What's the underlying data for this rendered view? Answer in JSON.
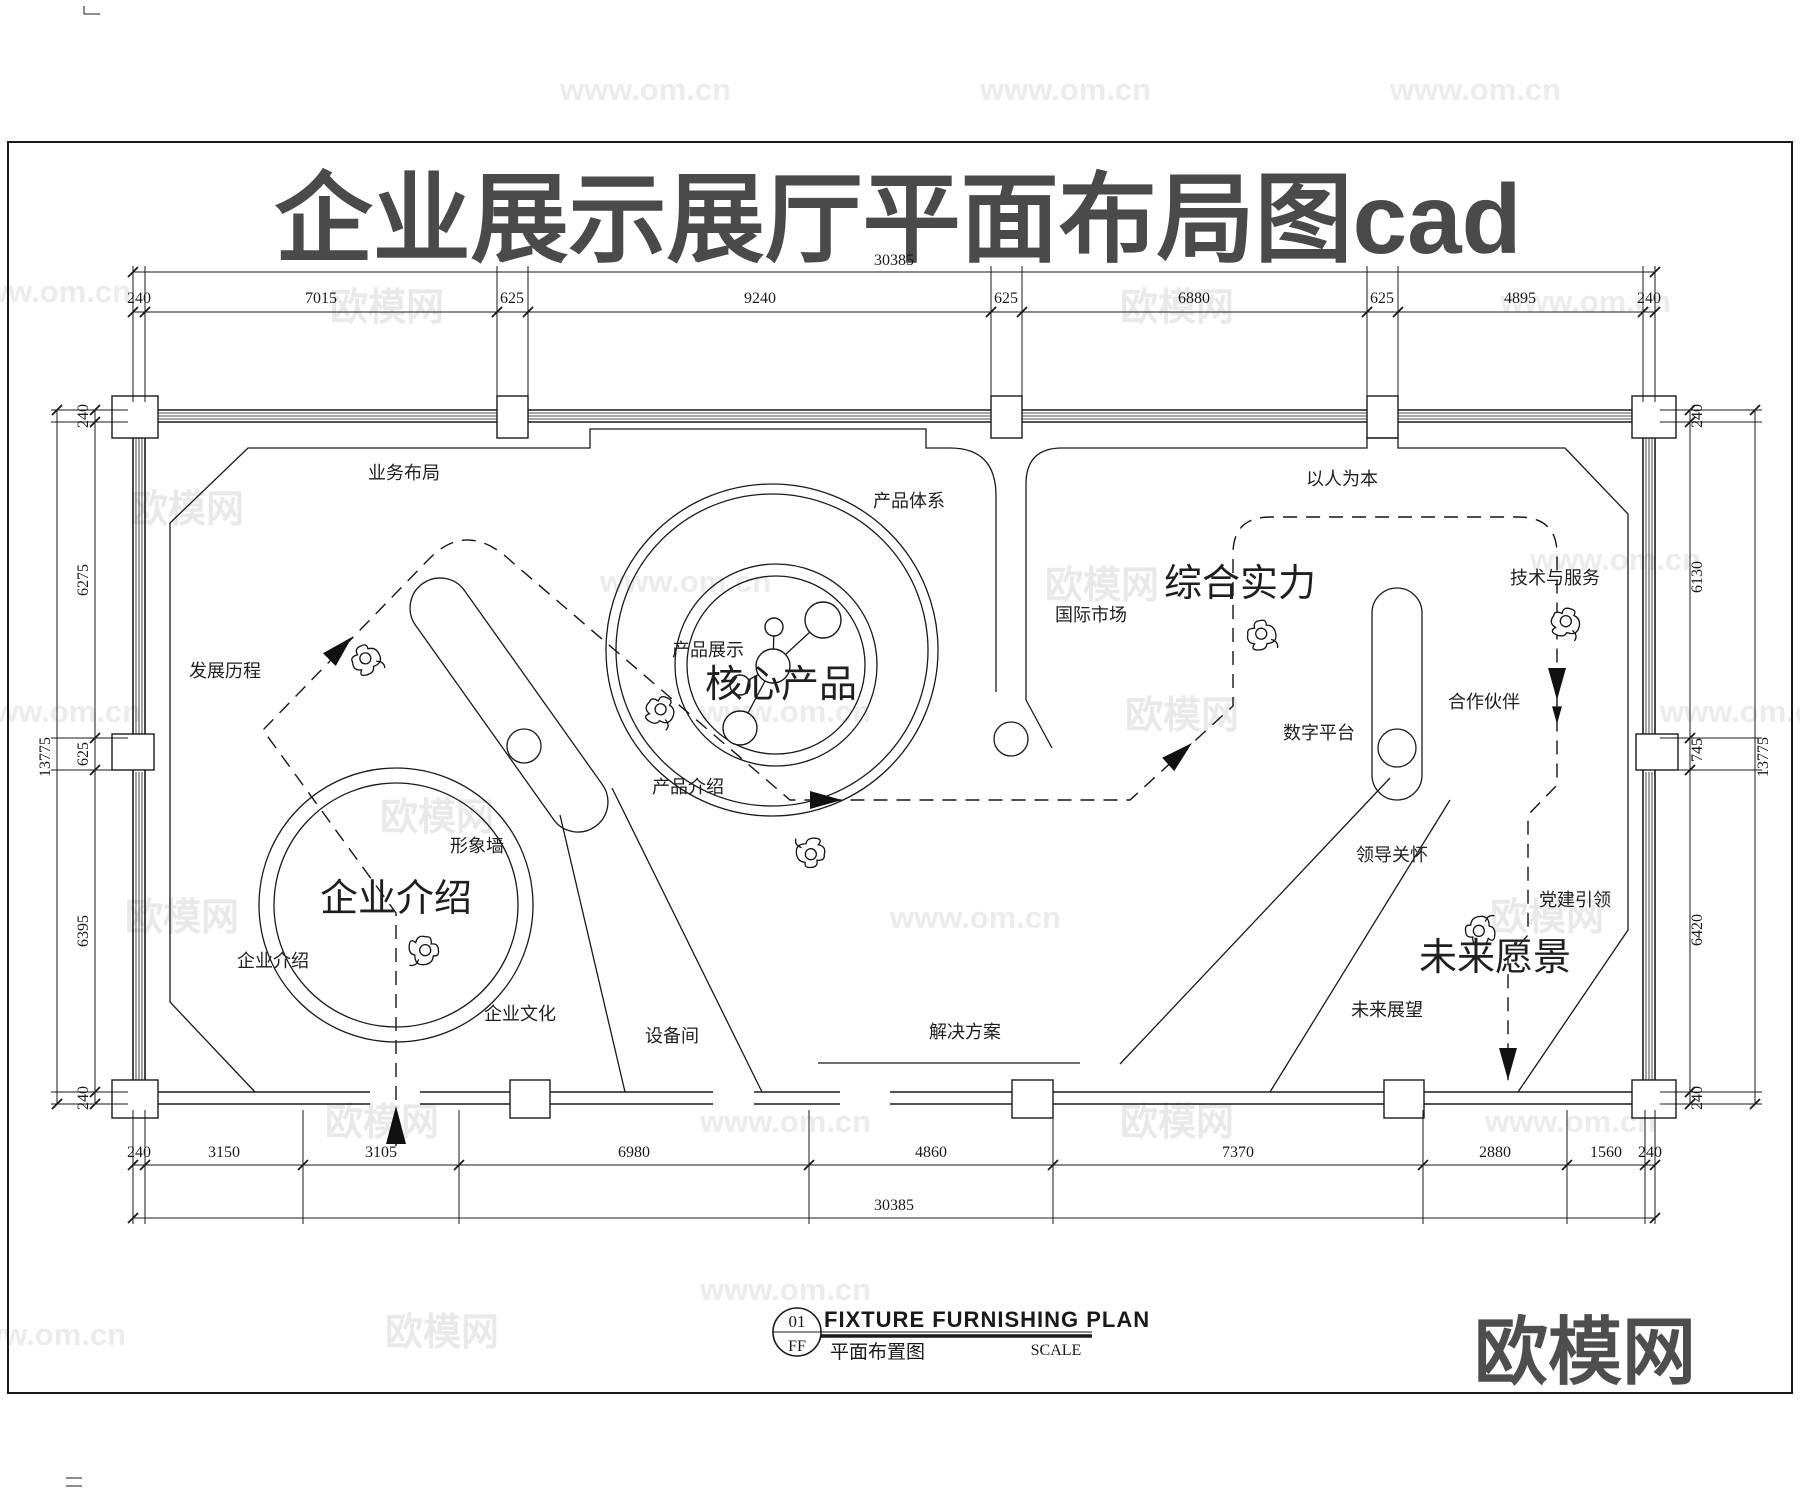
{
  "title": "企业展示展厅平面布局图cad",
  "watermark": {
    "brand": "欧模网",
    "url": "www.om.cn"
  },
  "logo": "欧模网",
  "plan": {
    "labels": {
      "yewubuju": "业务布局",
      "fazhanlicheng": "发展历程",
      "chanpintixi": "产品体系",
      "chanpinzhanshi": "产品展示",
      "hexinchanpin": "核心产品",
      "chanpinjieshao": "产品介绍",
      "guojishichang": "国际市场",
      "zongheshili": "综合实力",
      "yirenweiben": "以人为本",
      "shuzipingtai": "数字平台",
      "hezuohuoban": "合作伙伴",
      "jishuyufuwu": "技术与服务",
      "lingdaoguanhuai": "领导关怀",
      "dangjianyinling": "党建引领",
      "weilaiyuanjing": "未来愿景",
      "weilaizhanwang": "未来展望",
      "qiyejieshao_big": "企业介绍",
      "xingxiangqiang": "形象墙",
      "qiyejieshao": "企业介绍",
      "qiyewenhua": "企业文化",
      "shebeijian": "设备间",
      "jiejuefangan": "解决方案"
    }
  },
  "dimensions": {
    "top": {
      "total": "30385",
      "segments": [
        "240",
        "7015",
        "625",
        "9240",
        "625",
        "6880",
        "625",
        "4895",
        "240"
      ]
    },
    "bottom": {
      "total": "30385",
      "segments": [
        "240",
        "3150",
        "3105",
        "6980",
        "4860",
        "7370",
        "2880",
        "1560",
        "240"
      ]
    },
    "left": {
      "total": "13775",
      "segments": [
        "240",
        "6275",
        "625",
        "6395",
        "240"
      ]
    },
    "right": {
      "total": "13775",
      "segments": [
        "240",
        "6130",
        "745",
        "6420",
        "240"
      ]
    }
  },
  "title_block": {
    "number": "01",
    "code": "FF",
    "title_en": "FIXTURE FURNISHING PLAN",
    "title_cn": "平面布置图",
    "scale_label": "SCALE"
  }
}
